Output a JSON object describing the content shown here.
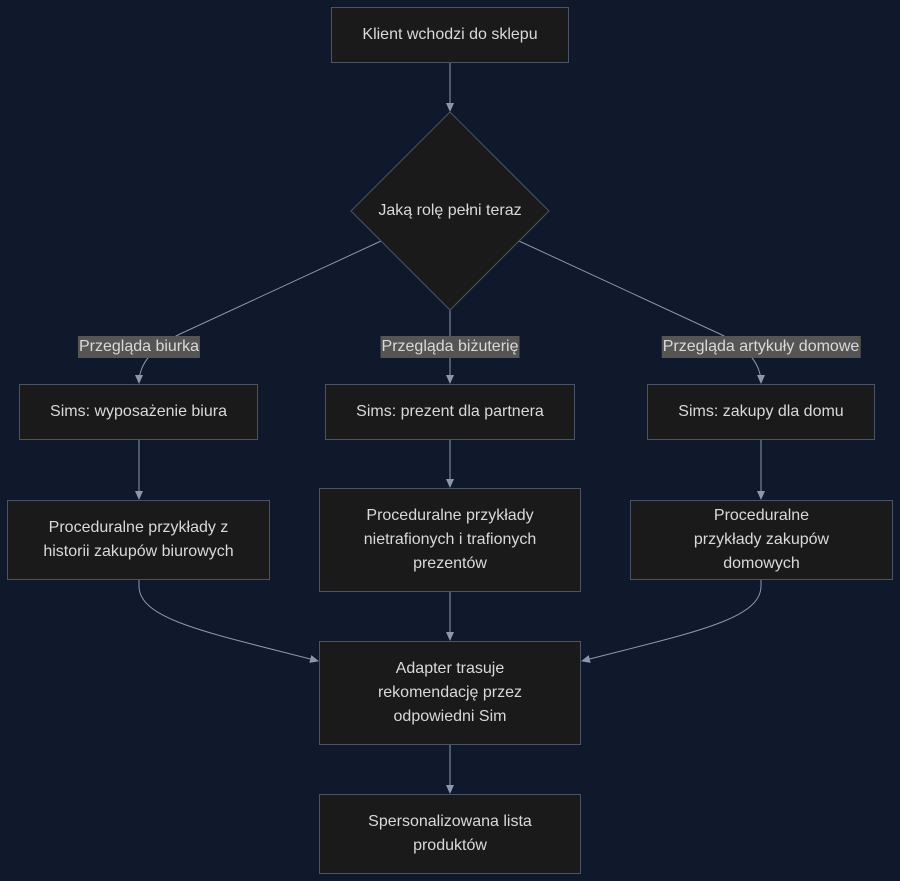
{
  "nodes": {
    "start": "Klient wchodzi do sklepu",
    "decision": "Jaką rolę pełni teraz",
    "sims_office": "Sims: wyposażenie biura",
    "sims_partner": "Sims: prezent dla partnera",
    "sims_home": "Sims: zakupy dla domu",
    "proc_office": "Proceduralne przykłady z historii zakupów biurowych",
    "proc_gifts": "Proceduralne przykłady nietrafionych i trafionych prezentów",
    "proc_home": "Proceduralne przykłady zakupów domowych",
    "adapter": "Adapter trasuje rekomendację przez odpowiedni Sim",
    "result": "Spersonalizowana lista produktów"
  },
  "edge_labels": {
    "desks": "Przegląda biurka",
    "jewelry": "Przegląda biżuterię",
    "home": "Przegląda artykuły domowe"
  },
  "colors": {
    "background": "#0f192b",
    "node_fill": "#1a1a1a",
    "node_border": "#4a5466",
    "edge": "#8a97ad",
    "label_bg": "#555555",
    "text": "#d9d9d9"
  }
}
